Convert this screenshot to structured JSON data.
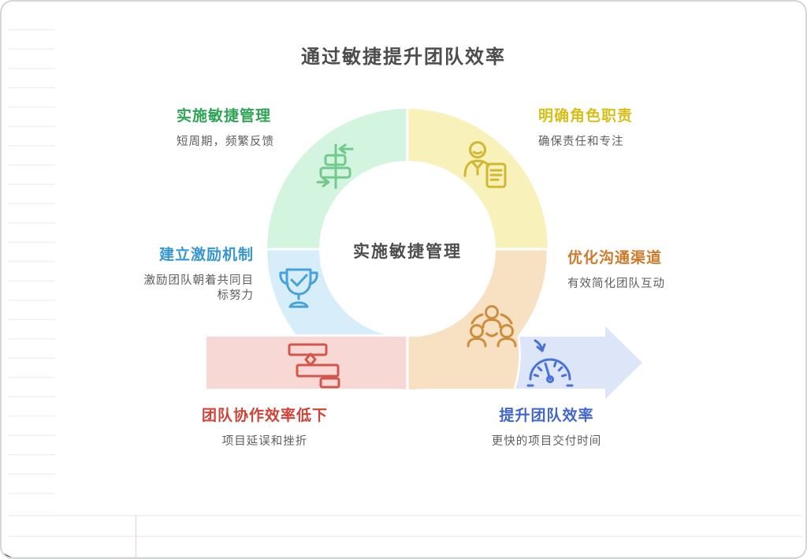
{
  "title": "通过敏捷提升团队效率",
  "center_label": "实施敏捷管理",
  "sections": {
    "top_left": {
      "heading": "实施敏捷管理",
      "sub": "短周期，频繁反馈",
      "color": "#2fa456",
      "fill": "#d3f4df",
      "icon": "iteration-flow-icon"
    },
    "top_right": {
      "heading": "明确角色职责",
      "sub": "确保责任和专注",
      "color": "#d8be18",
      "fill": "#f8f1ba",
      "icon": "role-document-icon"
    },
    "mid_left": {
      "heading": "建立激励机制",
      "sub": "激励团队朝着共同目标努力",
      "color": "#3697d1",
      "fill": "#d7edfa",
      "icon": "trophy-icon"
    },
    "mid_right": {
      "heading": "优化沟通渠道",
      "sub": "有效简化团队互动",
      "color": "#cd7b2b",
      "fill": "#f8e0c2",
      "icon": "team-network-icon"
    },
    "bottom_left": {
      "heading": "团队协作效率低下",
      "sub": "项目延误和挫折",
      "color": "#cf4337",
      "fill": "#f8d8d5",
      "icon": "gantt-chart-icon"
    },
    "bottom_right": {
      "heading": "提升团队效率",
      "sub": "更快的项目交付时间",
      "color": "#4365ce",
      "fill": "#dce6f8",
      "icon": "speed-gauge-icon"
    }
  }
}
